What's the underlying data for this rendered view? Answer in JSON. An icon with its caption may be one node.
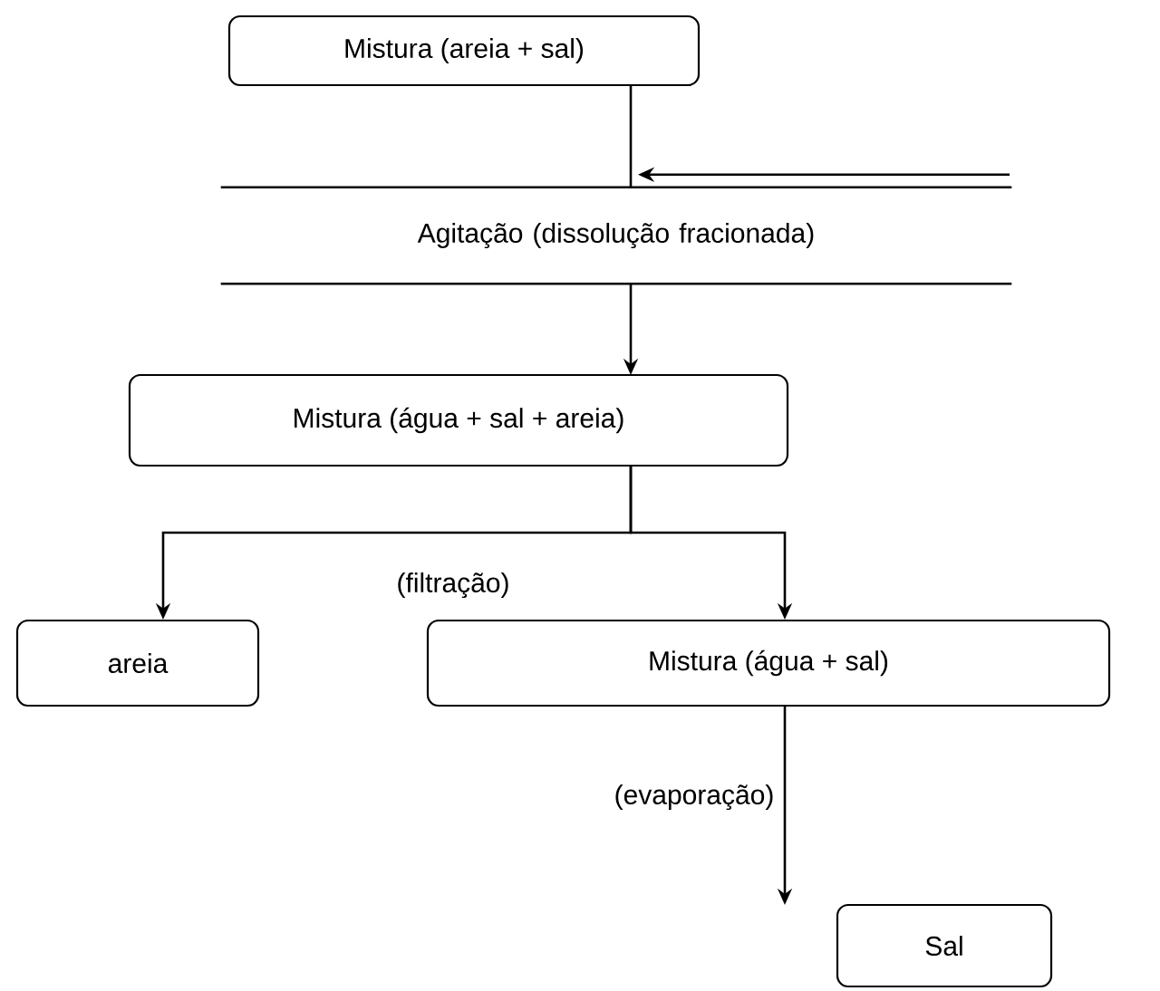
{
  "diagram": {
    "nodes": [
      {
        "text": [
          "Mistura (areia + sal)"
        ]
      },
      {
        "text": [
          "Agitação (dissolução fracionada)"
        ]
      },
      {
        "text": [
          "Mistura (água + sal + areia)"
        ]
      },
      {
        "text": [
          "areia"
        ]
      },
      {
        "text": [
          "Mistura (água + sal)"
        ]
      },
      {
        "text": [
          "Sal"
        ]
      }
    ],
    "edges": [
      {
        "from": 0,
        "to": 1,
        "arrow": "none"
      },
      {
        "from": null,
        "to": 1,
        "arrow": "to"
      },
      {
        "from": 1,
        "to": 2,
        "arrow": "to"
      },
      {
        "from": 2,
        "to": 3,
        "arrow": "to"
      },
      {
        "from": 2,
        "to": 4,
        "arrow": "to"
      },
      {
        "from": 4,
        "to": 5,
        "arrow": "to",
        "label": "(evaporação)"
      }
    ],
    "labels": [
      "(filtração)"
    ]
  }
}
